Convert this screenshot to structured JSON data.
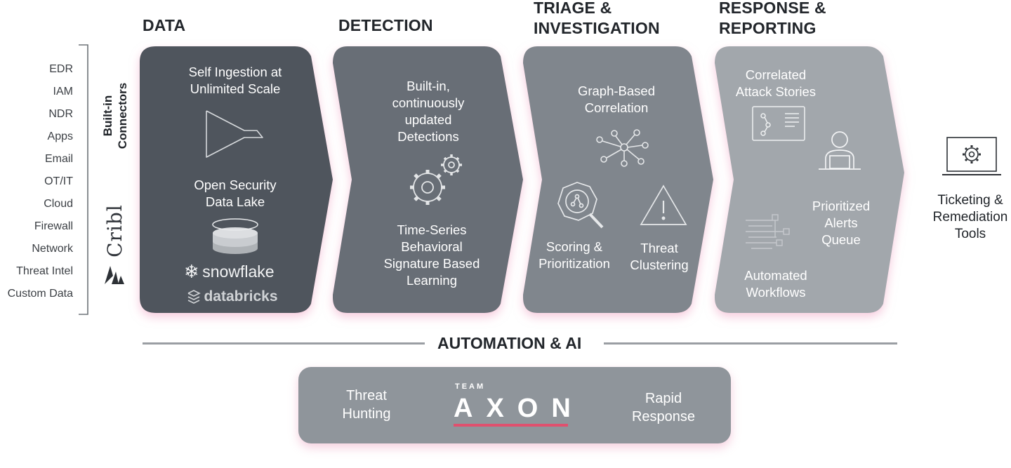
{
  "stages": [
    {
      "title_line1": "DATA",
      "title_line2": ""
    },
    {
      "title_line1": "DETECTION",
      "title_line2": ""
    },
    {
      "title_line1": "TRIAGE &",
      "title_line2": "INVESTIGATION"
    },
    {
      "title_line1": "RESPONSE &",
      "title_line2": "REPORTING"
    }
  ],
  "sources": [
    "EDR",
    "IAM",
    "NDR",
    "Apps",
    "Email",
    "OT/IT",
    "Cloud",
    "Firewall",
    "Network",
    "Threat Intel",
    "Custom Data"
  ],
  "connectors": {
    "label_line1": "Built-in",
    "label_line2": "Connectors",
    "cribl": "Cribl"
  },
  "data_panel": {
    "ingestion_line1": "Self Ingestion at",
    "ingestion_line2": "Unlimited Scale",
    "lake_line1": "Open Security",
    "lake_line2": "Data Lake",
    "snowflake": "snowflake",
    "databricks": "databricks",
    "color": "#4f555d"
  },
  "detection_panel": {
    "builtin_line1": "Built-in,",
    "builtin_line2": "continuously",
    "builtin_line3": "updated",
    "builtin_line4": "Detections",
    "ts_line1": "Time-Series",
    "ts_line2": "Behavioral",
    "ts_line3": "Signature Based",
    "ts_line4": "Learning",
    "color": "#676e76"
  },
  "triage_panel": {
    "graph_line1": "Graph-Based",
    "graph_line2": "Correlation",
    "scoring_line1": "Scoring &",
    "scoring_line2": "Prioritization",
    "clustering_line1": "Threat",
    "clustering_line2": "Clustering",
    "color": "#80868d"
  },
  "response_panel": {
    "stories_line1": "Correlated",
    "stories_line2": "Attack Stories",
    "queue_line1": "Prioritized",
    "queue_line2": "Alerts",
    "queue_line3": "Queue",
    "workflows_line1": "Automated",
    "workflows_line2": "Workflows",
    "color": "#a2a7ac"
  },
  "ticketing": {
    "line1": "Ticketing &",
    "line2": "Remediation",
    "line3": "Tools"
  },
  "automation": {
    "title": "AUTOMATION & AI"
  },
  "bottom": {
    "hunting_line1": "Threat",
    "hunting_line2": "Hunting",
    "team": "TEAM",
    "axon": "AXON",
    "rapid_line1": "Rapid",
    "rapid_line2": "Response",
    "accent": "#e0506e"
  }
}
